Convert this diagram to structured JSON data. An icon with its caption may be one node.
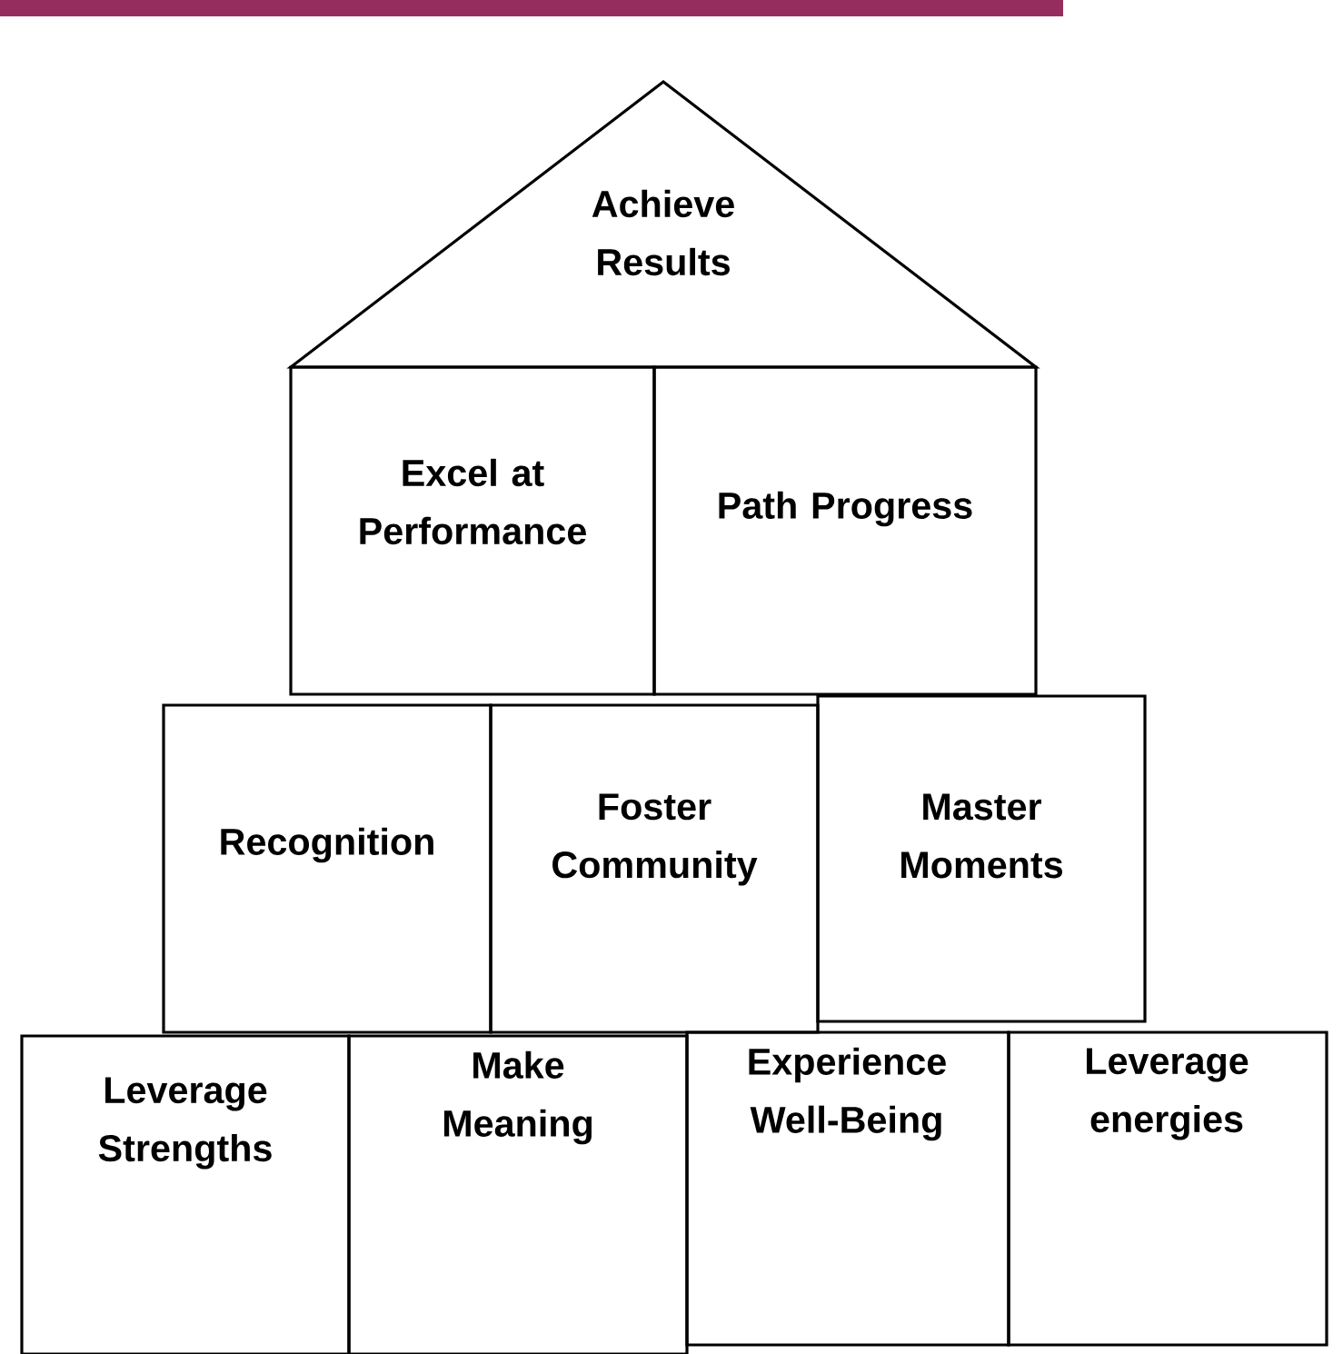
{
  "diagram": {
    "nodes": [
      {
        "text": [
          "Achieve Results"
        ]
      },
      {
        "text": [
          "Excel at Performance"
        ]
      },
      {
        "text": [
          "Path Progress"
        ]
      },
      {
        "text": [
          "Recognition"
        ]
      },
      {
        "text": [
          "Foster Community"
        ]
      },
      {
        "text": [
          "Master Moments"
        ]
      },
      {
        "text": [
          "Leverage Strengths"
        ]
      },
      {
        "text": [
          "Make Meaning"
        ]
      },
      {
        "text": [
          "Experience Well-Being"
        ]
      },
      {
        "text": [
          "Leverage energies"
        ]
      }
    ]
  }
}
